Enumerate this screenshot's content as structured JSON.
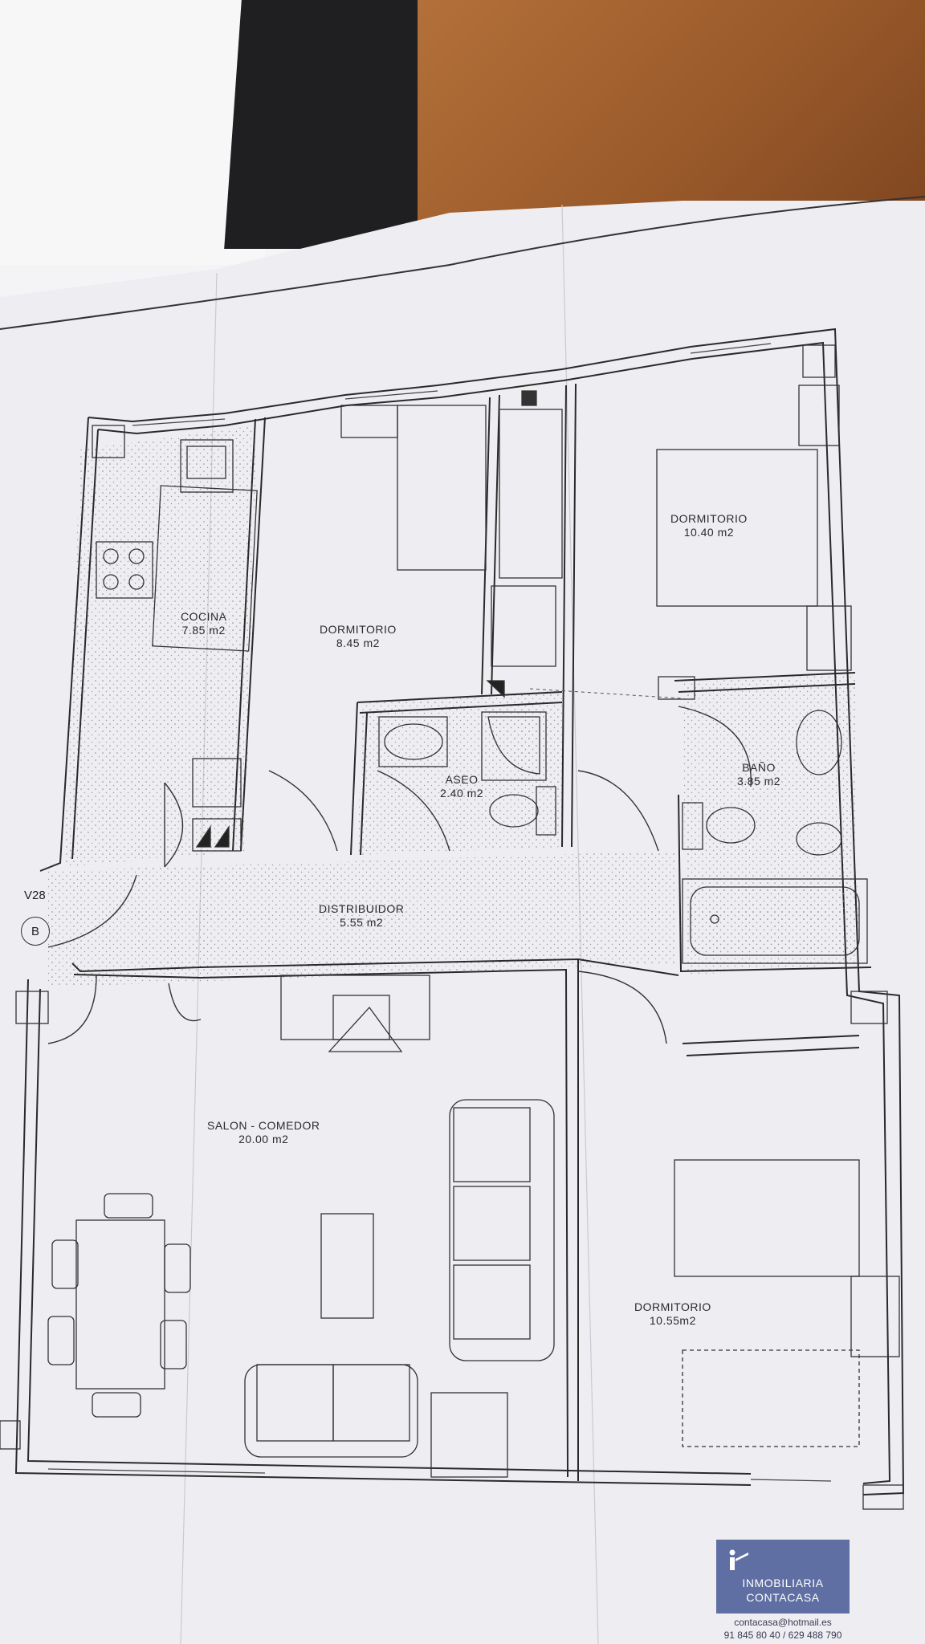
{
  "rooms": {
    "cocina": {
      "name": "COCINA",
      "area": "7.85 m2"
    },
    "dormitorio1": {
      "name": "DORMITORIO",
      "area": "8.45 m2"
    },
    "dormitorio2": {
      "name": "DORMITORIO",
      "area": "10.40 m2"
    },
    "aseo": {
      "name": "ASEO",
      "area": "2.40 m2"
    },
    "bano": {
      "name": "BAÑO",
      "area": "3.85 m2"
    },
    "distribuidor": {
      "name": "DISTRIBUIDOR",
      "area": "5.55 m2"
    },
    "salon": {
      "name": "SALON - COMEDOR",
      "area": "20.00 m2"
    },
    "dormitorio3": {
      "name": "DORMITORIO",
      "area": "10.55m2"
    }
  },
  "marker": {
    "code": "V28",
    "letter": "B"
  },
  "agency": {
    "line1": "INMOBILIARIA",
    "line2": "CONTACASA",
    "email": "contacasa@hotmail.es",
    "phone": "91 845 80 40 / 629 488 790",
    "brand_color": "#5f6fa3"
  }
}
